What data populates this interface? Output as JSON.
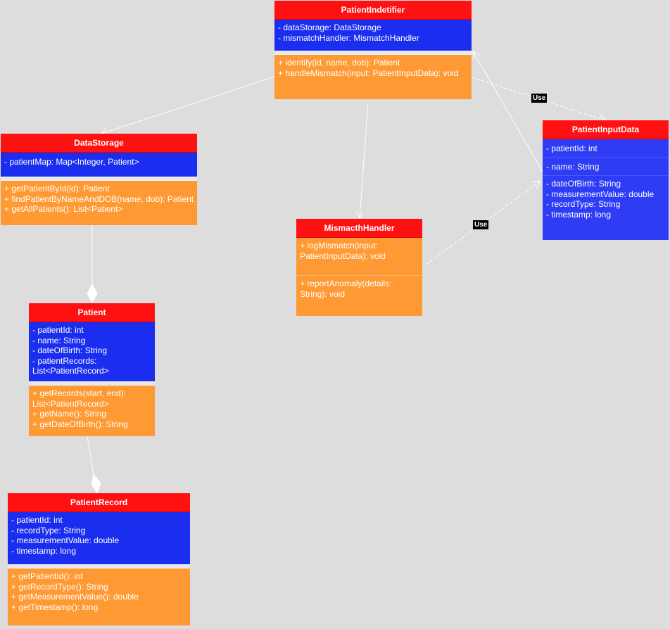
{
  "classes": {
    "patient_identifier": {
      "name": "PatientIndetifier",
      "attributes": [
        "- dataStorage: DataStorage",
        "- mismatchHandler: MismatchHandler"
      ],
      "methods": [
        "+ identify(id, name, dob): Patient",
        "+ handleMismatch(input: PatientInputData): void"
      ]
    },
    "data_storage": {
      "name": "DataStorage",
      "attributes": [
        " - patientMap: Map<Integer, Patient>"
      ],
      "methods": [
        "+ getPatientById(id): Patient",
        "+ findPatientByNameAndDOB(name, dob): Patient",
        "+ getAllPatients(): List<Patient>"
      ]
    },
    "mismatch_handler": {
      "name": "MismacthHandler",
      "method_1": "+ logMismatch(input: PatientInputData): void",
      "method_2": "+ reportAnomaly(details: String): void"
    },
    "patient_input_data": {
      "name": "PatientInputData",
      "attr_1": "- patientId: int",
      "attr_2": "- name: String",
      "attr_3": [
        "- dateOfBirth: String",
        " - measurementValue: double",
        "- recordType: String",
        "- timestamp: long"
      ]
    },
    "patient": {
      "name": "Patient",
      "attributes": [
        "- patientId: int",
        "- name: String",
        "- dateOfBirth: String",
        "- patientRecords: List<PatientRecord>"
      ],
      "methods": [
        "+ getRecords(start, end): List<PatientRecord>",
        "+ getName(): String",
        "+ getDateOfBirth(): String"
      ]
    },
    "patient_record": {
      "name": "PatientRecord",
      "attributes": [
        "- patientId: int",
        "- recordType: String",
        "- measurementValue: double",
        "- timestamp: long"
      ],
      "methods": [
        "+ getPatientId(): int",
        "+ getRecordType(): String",
        "+ getMeasurementValue(): double",
        "+ getTimestamp(): long"
      ]
    }
  },
  "edge_labels": {
    "use_1": "Use",
    "use_2": "Use"
  },
  "colors": {
    "header": "#ff1111",
    "attributes": "#1b2ef0",
    "methods": "#ff9933",
    "background": "#dddddd"
  }
}
